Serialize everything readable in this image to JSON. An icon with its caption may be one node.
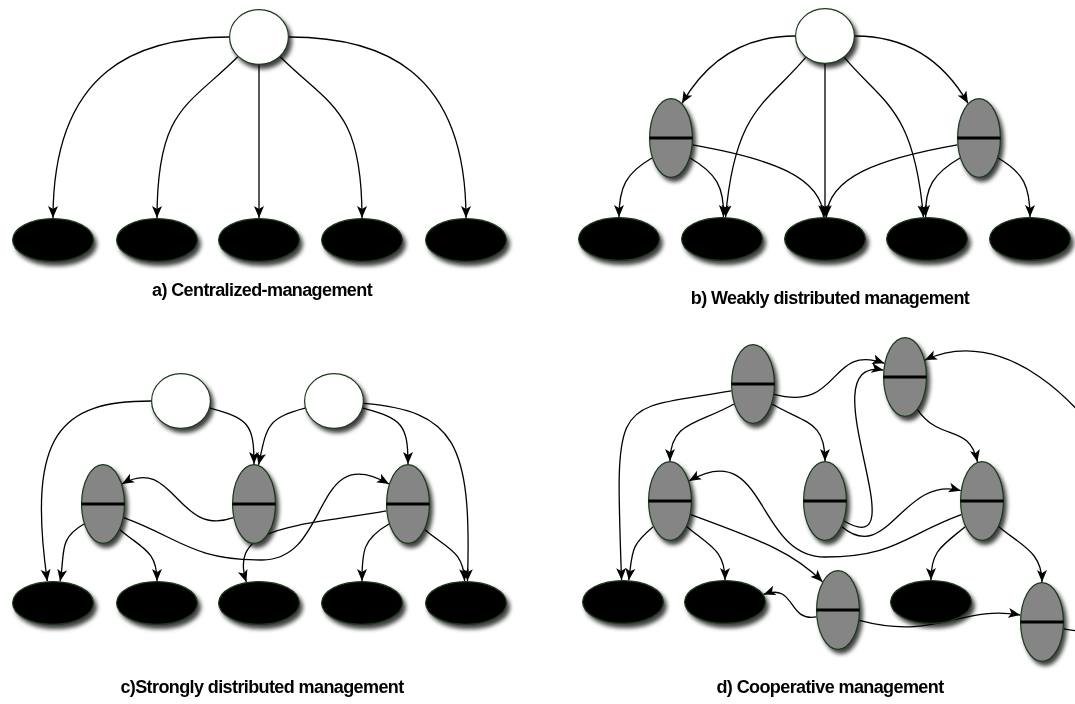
{
  "diagram": {
    "nodes": [
      {
        "text": [],
        "shape": "circle"
      },
      {
        "text": [],
        "shape": "ellipse"
      },
      {
        "text": [],
        "shape": "ellipse"
      },
      {
        "text": [],
        "shape": "ellipse"
      },
      {
        "text": [],
        "shape": "ellipse"
      },
      {
        "text": [],
        "shape": "ellipse"
      },
      {
        "text": [],
        "shape": "circle"
      },
      {
        "text": [],
        "shape": "oval"
      },
      {
        "text": [],
        "shape": "oval"
      },
      {
        "text": [],
        "shape": "ellipse"
      },
      {
        "text": [],
        "shape": "ellipse"
      },
      {
        "text": [],
        "shape": "ellipse"
      },
      {
        "text": [],
        "shape": "ellipse"
      },
      {
        "text": [],
        "shape": "ellipse"
      },
      {
        "text": [],
        "shape": "circle"
      },
      {
        "text": [],
        "shape": "circle"
      },
      {
        "text": [],
        "shape": "oval"
      },
      {
        "text": [],
        "shape": "oval"
      },
      {
        "text": [],
        "shape": "oval"
      },
      {
        "text": [],
        "shape": "ellipse"
      },
      {
        "text": [],
        "shape": "ellipse"
      },
      {
        "text": [],
        "shape": "ellipse"
      },
      {
        "text": [],
        "shape": "ellipse"
      },
      {
        "text": [],
        "shape": "ellipse"
      },
      {
        "text": [],
        "shape": "oval"
      },
      {
        "text": [],
        "shape": "oval"
      },
      {
        "text": [],
        "shape": "oval"
      },
      {
        "text": [],
        "shape": "oval"
      },
      {
        "text": [],
        "shape": "oval"
      },
      {
        "text": [],
        "shape": "ellipse"
      },
      {
        "text": [],
        "shape": "ellipse"
      },
      {
        "text": [],
        "shape": "oval"
      },
      {
        "text": [],
        "shape": "ellipse"
      },
      {
        "text": [],
        "shape": "oval"
      }
    ],
    "edges": [
      {
        "from": 0,
        "to": 1,
        "arrow": "to"
      },
      {
        "from": 0,
        "to": 2,
        "arrow": "to"
      },
      {
        "from": 0,
        "to": 3,
        "arrow": "to"
      },
      {
        "from": 0,
        "to": 4,
        "arrow": "to"
      },
      {
        "from": 0,
        "to": 5,
        "arrow": "to"
      },
      {
        "from": 6,
        "to": 7,
        "arrow": "to"
      },
      {
        "from": 6,
        "to": 8,
        "arrow": "to"
      },
      {
        "from": 6,
        "to": 10,
        "arrow": "to"
      },
      {
        "from": 6,
        "to": 11,
        "arrow": "to"
      },
      {
        "from": 6,
        "to": 12,
        "arrow": "to"
      },
      {
        "from": 7,
        "to": 9,
        "arrow": "to"
      },
      {
        "from": 7,
        "to": 10,
        "arrow": "to"
      },
      {
        "from": 7,
        "to": 11,
        "arrow": "to"
      },
      {
        "from": 8,
        "to": 11,
        "arrow": "to"
      },
      {
        "from": 8,
        "to": 12,
        "arrow": "to"
      },
      {
        "from": 8,
        "to": 13,
        "arrow": "to"
      },
      {
        "from": 14,
        "to": 19,
        "arrow": "to"
      },
      {
        "from": 14,
        "to": 17,
        "arrow": "to"
      },
      {
        "from": 15,
        "to": 17,
        "arrow": "to"
      },
      {
        "from": 15,
        "to": 18,
        "arrow": "to"
      },
      {
        "from": 15,
        "to": 23,
        "arrow": "to"
      },
      {
        "from": 17,
        "to": 16,
        "arrow": "to"
      },
      {
        "from": 16,
        "to": 18,
        "arrow": "to"
      },
      {
        "from": 16,
        "to": 19,
        "arrow": "to"
      },
      {
        "from": 16,
        "to": 20,
        "arrow": "to"
      },
      {
        "from": 18,
        "to": 21,
        "arrow": "to"
      },
      {
        "from": 18,
        "to": 22,
        "arrow": "to"
      },
      {
        "from": 18,
        "to": 23,
        "arrow": "to"
      },
      {
        "from": 24,
        "to": 25,
        "arrow": "to"
      },
      {
        "from": 24,
        "to": 29,
        "arrow": "to"
      },
      {
        "from": 24,
        "to": 26,
        "arrow": "to"
      },
      {
        "from": 24,
        "to": 27,
        "arrow": "to"
      },
      {
        "from": 27,
        "to": 25,
        "arrow": "to"
      },
      {
        "from": 27,
        "to": 28,
        "arrow": "to"
      },
      {
        "from": 25,
        "to": 28,
        "arrow": "to"
      },
      {
        "from": 28,
        "to": 26,
        "arrow": "to"
      },
      {
        "from": 26,
        "to": 29,
        "arrow": "to"
      },
      {
        "from": 26,
        "to": 30,
        "arrow": "to"
      },
      {
        "from": 26,
        "to": 31,
        "arrow": "to"
      },
      {
        "from": 31,
        "to": 30,
        "arrow": "to"
      },
      {
        "from": 31,
        "to": 33,
        "arrow": "to"
      },
      {
        "from": 28,
        "to": 32,
        "arrow": "to"
      },
      {
        "from": 28,
        "to": 33,
        "arrow": "to"
      },
      {
        "from": 33,
        "to": 25,
        "arrow": "to"
      }
    ],
    "labels": [
      "a) Centralized-management",
      "b) Weakly distributed management",
      "c)Strongly distributed management",
      "d) Cooperative management"
    ]
  }
}
